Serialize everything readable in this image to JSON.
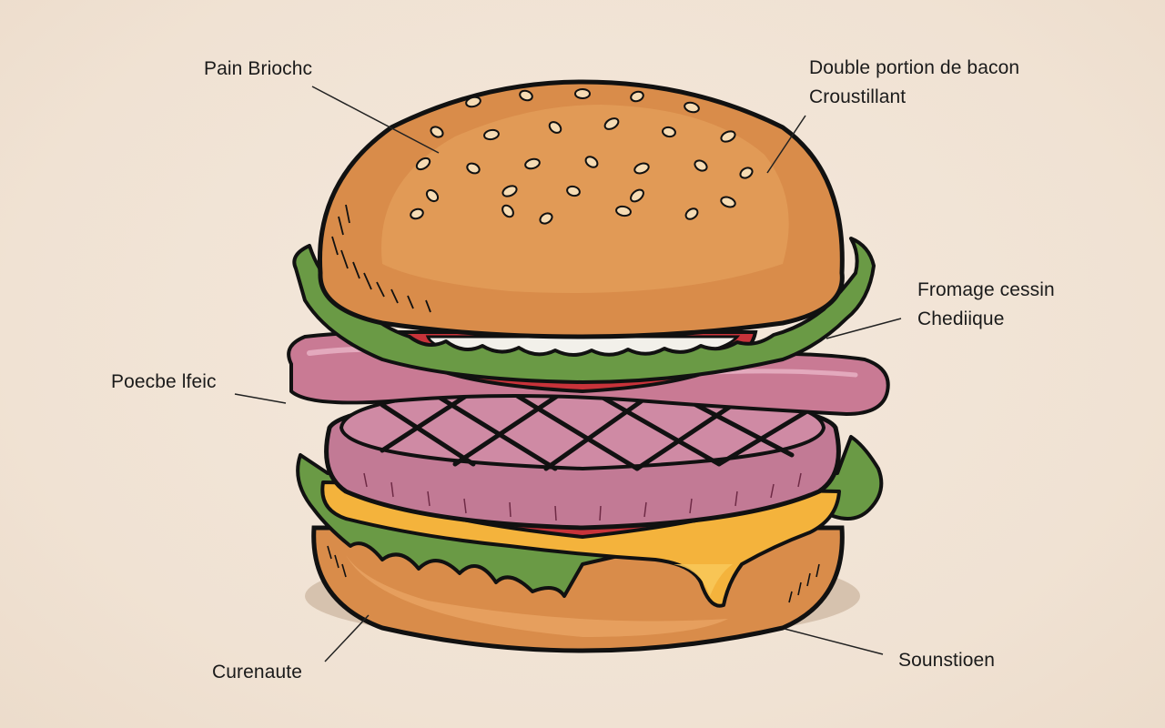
{
  "diagram": {
    "subject": "Burger illustration with labeled layers",
    "colors": {
      "background": "#f2e4d6",
      "bun": "#d98c4a",
      "bun_highlight": "#e8a463",
      "lettuce": "#6a9a45",
      "tomato": "#c8333a",
      "onion": "#f2f0ea",
      "bacon": "#c97a94",
      "patty": "#c27a95",
      "cheese": "#f4b33c",
      "outline": "#111111",
      "shadow": "#d6c2ae"
    },
    "labels": [
      {
        "id": "bun-top",
        "lines": [
          "Pain Briochc"
        ]
      },
      {
        "id": "bacon",
        "lines": [
          "Double portion de bacon",
          "Croustillant"
        ]
      },
      {
        "id": "cheese",
        "lines": [
          "Fromage cessin",
          "Chediique"
        ]
      },
      {
        "id": "left",
        "lines": [
          "Poecbe lfeic"
        ]
      },
      {
        "id": "bottom-left",
        "lines": [
          "Curenaute"
        ]
      },
      {
        "id": "bottom-right",
        "lines": [
          "Sounstioen"
        ]
      }
    ]
  }
}
